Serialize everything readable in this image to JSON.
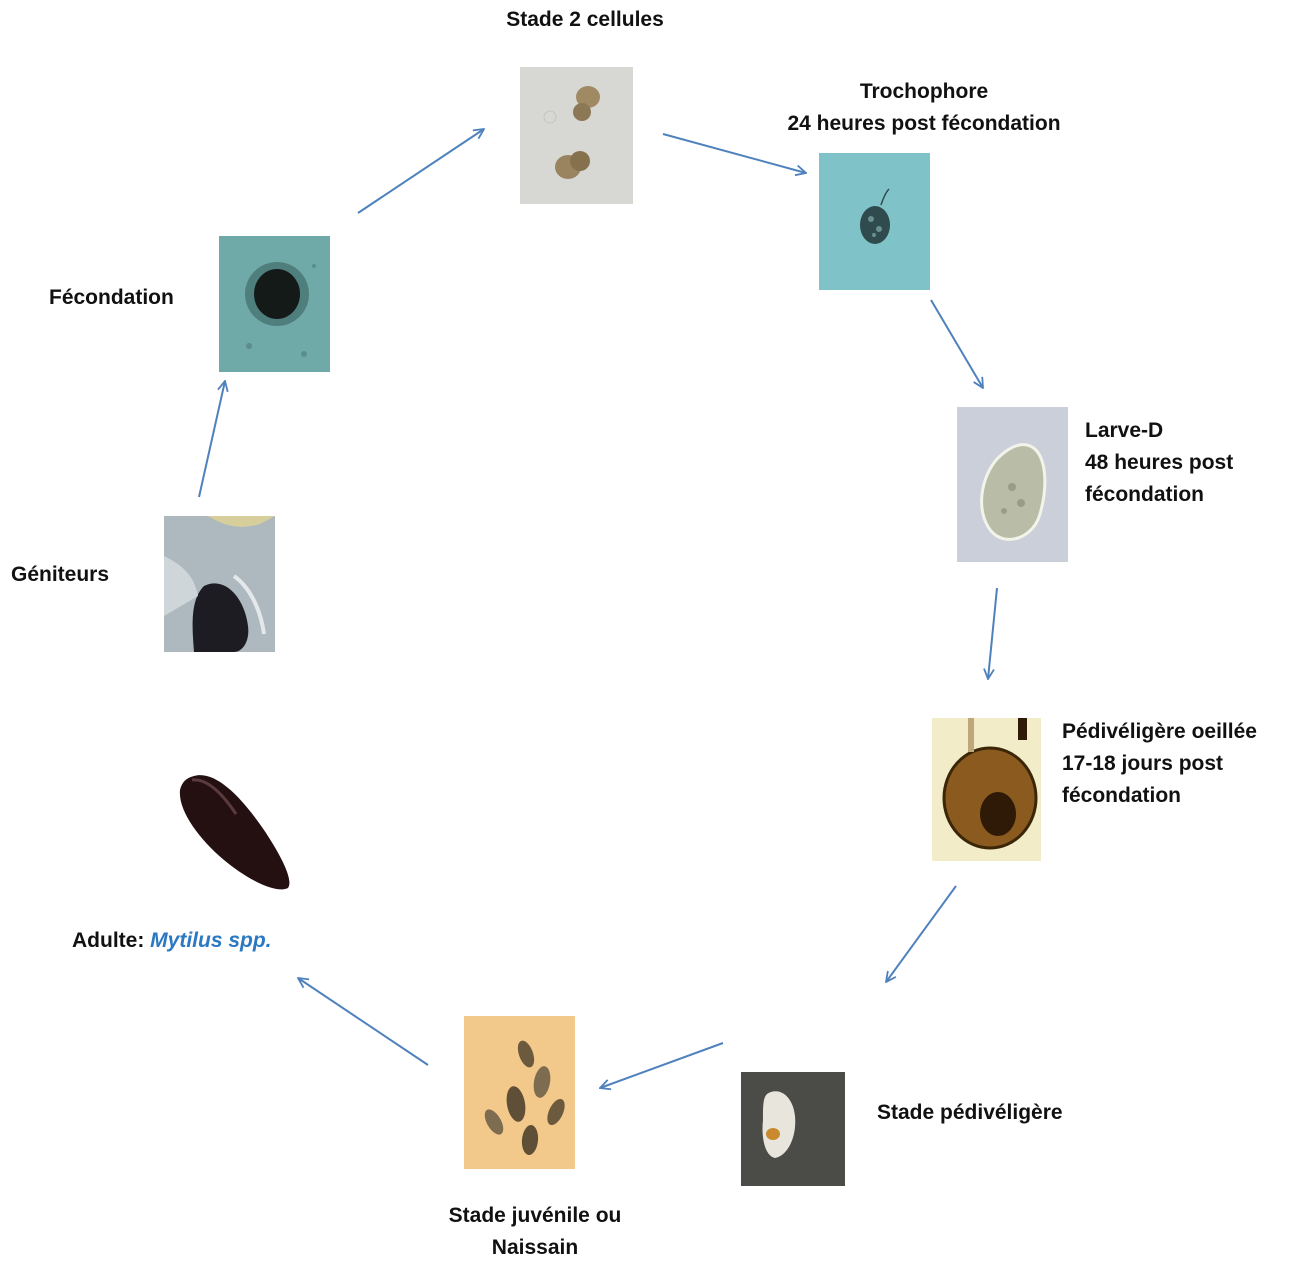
{
  "stages": {
    "two_cell": {
      "title": "Stade 2 cellules"
    },
    "trochophore": {
      "line1": "Trochophore",
      "line2": "24 heures post fécondation"
    },
    "larve_d": {
      "line1": "Larve-D",
      "line2": "48 heures post",
      "line3": "fécondation"
    },
    "pediveligere_oeillee": {
      "line1": "Pédivéligère oeillée",
      "line2": "17-18 jours post",
      "line3": "fécondation"
    },
    "pediveligere": {
      "title": "Stade pédivéligère"
    },
    "juvenile": {
      "line1": "Stade juvénile ou",
      "line2": "Naissain"
    },
    "adulte": {
      "prefix": "Adulte:",
      "species": "Mytilus spp."
    },
    "geniteurs": {
      "title": "Géniteurs"
    },
    "fecondation": {
      "title": "Fécondation"
    }
  },
  "colors": {
    "arrow": "#4f81bd",
    "species": "#2b79c2"
  }
}
